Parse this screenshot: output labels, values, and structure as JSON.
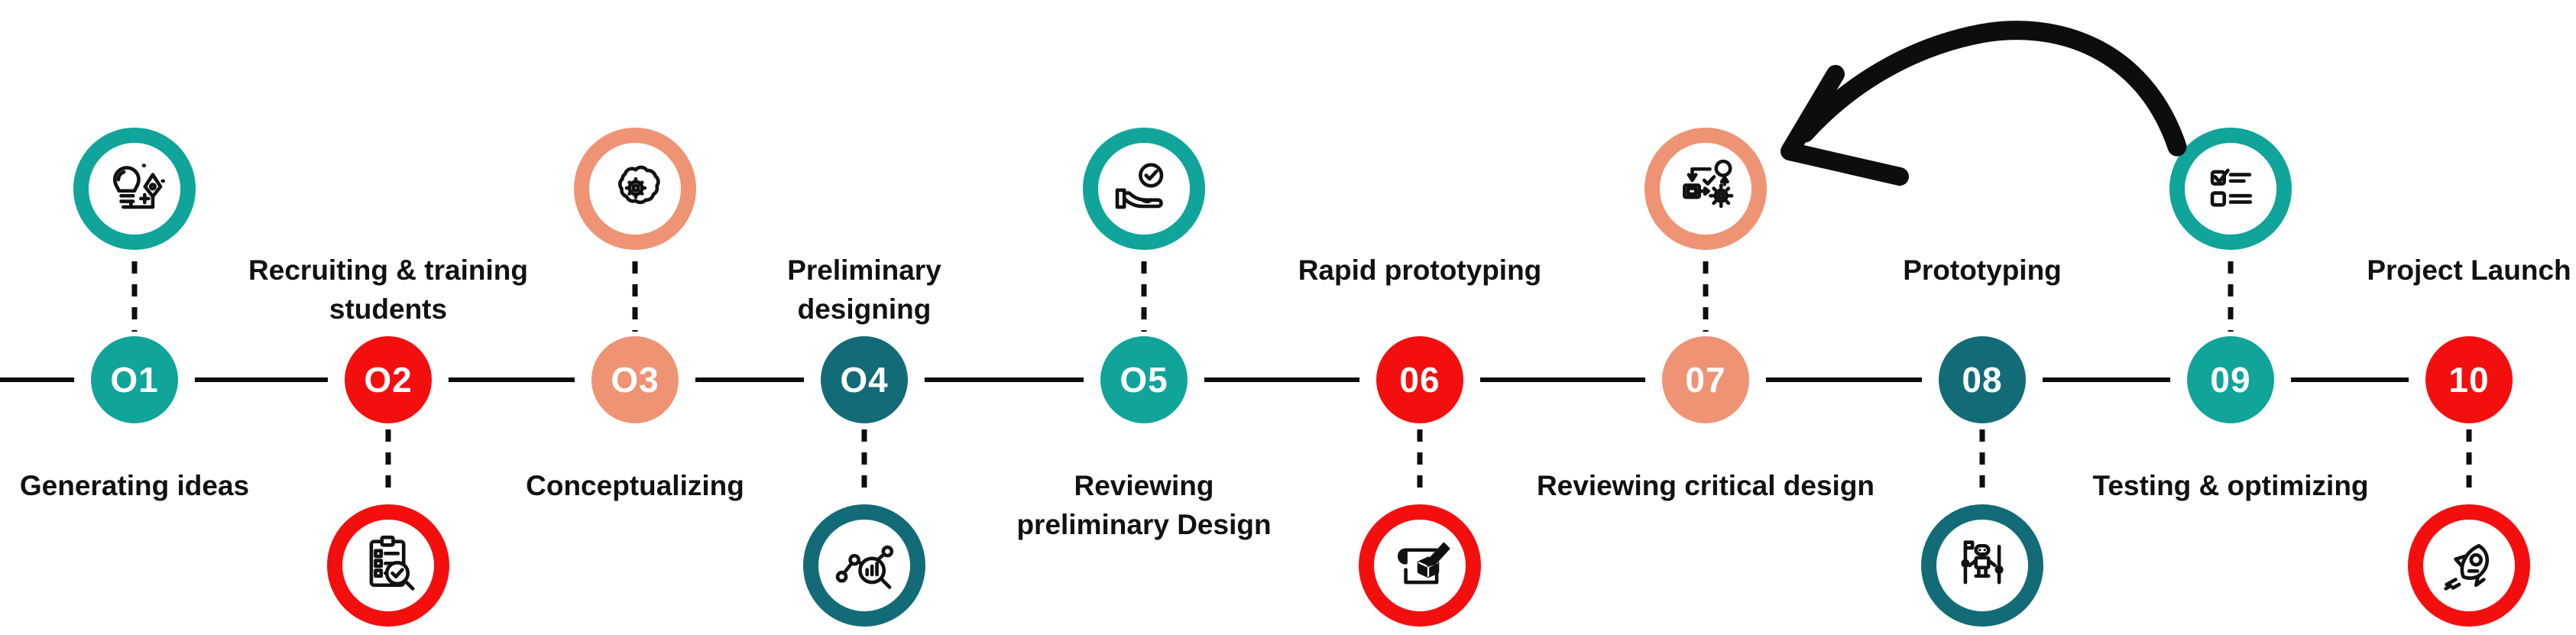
{
  "palette": {
    "teal": "#10A49A",
    "red": "#F40F0F",
    "salmon": "#EE9474",
    "dark_teal": "#136B78",
    "ink": "#0d0d0d"
  },
  "annotations": {
    "loop_arrow": "hand-drawn black arrow curving from above step 09 back toward step 07"
  },
  "timeline": {
    "steps": [
      {
        "number": "O1",
        "color": "teal",
        "icon": "idea-lightbulb-pen-icon",
        "label_position": "below",
        "label_lines": [
          "Generating ideas"
        ]
      },
      {
        "number": "O2",
        "color": "red",
        "icon": "checklist-magnifier-icon",
        "label_position": "above",
        "label_lines": [
          "Recruiting & training",
          "students"
        ]
      },
      {
        "number": "O3",
        "color": "salmon",
        "icon": "brain-gear-icon",
        "label_position": "below",
        "label_lines": [
          "Conceptualizing"
        ]
      },
      {
        "number": "O4",
        "color": "dark_teal",
        "icon": "data-analysis-icon",
        "label_position": "above",
        "label_lines": [
          "Preliminary",
          "designing"
        ]
      },
      {
        "number": "O5",
        "color": "teal",
        "icon": "hand-check-icon",
        "label_position": "below",
        "label_lines": [
          "Reviewing",
          "preliminary Design"
        ]
      },
      {
        "number": "06",
        "color": "red",
        "icon": "blueprint-cube-pencil-icon",
        "label_position": "above",
        "label_lines": [
          "Rapid prototyping"
        ]
      },
      {
        "number": "07",
        "color": "salmon",
        "icon": "process-flow-gear-icon",
        "label_position": "below",
        "label_lines": [
          "Reviewing critical design"
        ]
      },
      {
        "number": "08",
        "color": "dark_teal",
        "icon": "robot-icon",
        "label_position": "above",
        "label_lines": [
          "Prototyping"
        ]
      },
      {
        "number": "09",
        "color": "teal",
        "icon": "task-list-icon",
        "label_position": "below",
        "label_lines": [
          "Testing & optimizing"
        ]
      },
      {
        "number": "10",
        "color": "red",
        "icon": "rocket-icon",
        "label_position": "above",
        "label_lines": [
          "Project Launch"
        ]
      }
    ]
  }
}
